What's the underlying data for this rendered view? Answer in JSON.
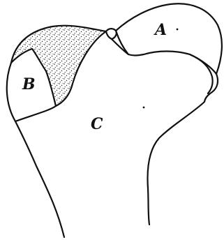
{
  "labels": {
    "a": "A",
    "b": "B",
    "c": "C"
  },
  "colors": {
    "line": "#111111",
    "stipple": "#222222",
    "background": "#ffffff"
  }
}
